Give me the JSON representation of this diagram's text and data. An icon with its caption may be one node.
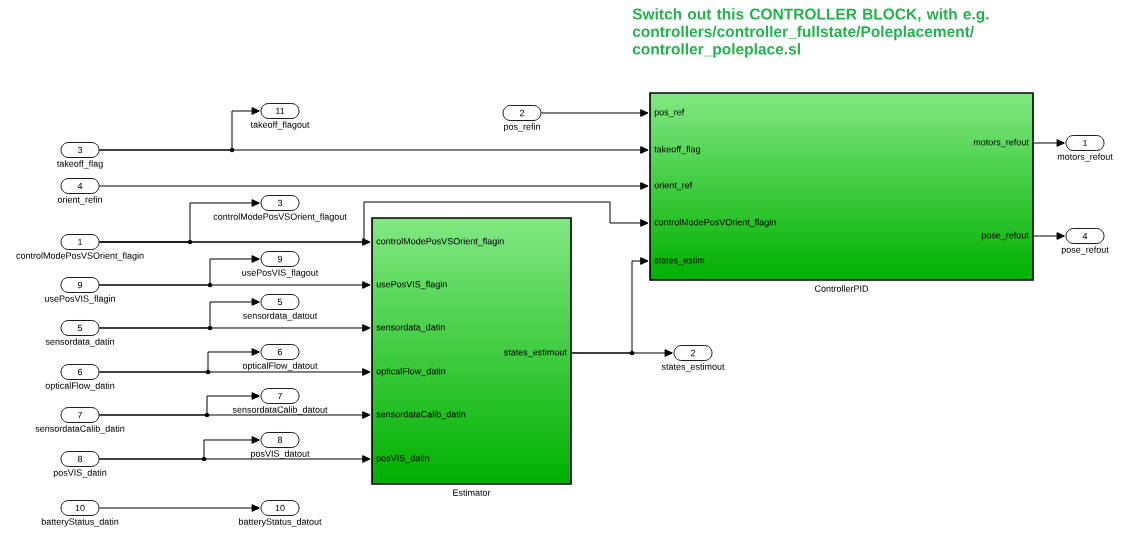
{
  "diagram": {
    "nodes": [
      {
        "text": [
          "3"
        ],
        "beside": [
          "takeoff_flag"
        ]
      },
      {
        "text": [
          "11"
        ],
        "beside": [
          "takeoff_flagout"
        ]
      },
      {
        "text": [
          "2"
        ],
        "beside": [
          "pos_refin"
        ]
      },
      {
        "text": [
          "4"
        ],
        "beside": [
          "orient_refin"
        ]
      },
      {
        "text": [
          "3"
        ],
        "beside": [
          "controlModePosVSOrient_flagout"
        ]
      },
      {
        "text": [
          "1"
        ],
        "beside": [
          "controlModePosVSOrient_flagin"
        ]
      },
      {
        "text": [
          "9"
        ],
        "beside": [
          "usePosVIS_flagout"
        ]
      },
      {
        "text": [
          "9"
        ],
        "beside": [
          "usePosVIS_flagin"
        ]
      },
      {
        "text": [
          "5"
        ],
        "beside": [
          "sensordata_datout"
        ]
      },
      {
        "text": [
          "5"
        ],
        "beside": [
          "sensordata_datin"
        ]
      },
      {
        "text": [
          "6"
        ],
        "beside": [
          "opticalFlow_datout"
        ]
      },
      {
        "text": [
          "6"
        ],
        "beside": [
          "opticalFlow_datin"
        ]
      },
      {
        "text": [
          "7"
        ],
        "beside": [
          "sensordataCalib_datout"
        ]
      },
      {
        "text": [
          "7"
        ],
        "beside": [
          "sensordataCalib_datin"
        ]
      },
      {
        "text": [
          "8"
        ],
        "beside": [
          "posVIS_datout"
        ]
      },
      {
        "text": [
          "8"
        ],
        "beside": [
          "posVIS_datin"
        ]
      },
      {
        "text": [
          "10"
        ],
        "beside": [
          "batteryStatus_datin"
        ]
      },
      {
        "text": [
          "10"
        ],
        "beside": [
          "batteryStatus_datout"
        ]
      },
      {
        "text": [
          "pos_ref",
          "takeoff_flag",
          "orient_ref",
          "controlModePosVOrient_flagin",
          "states_estim",
          "motors_refout",
          "pose_refout",
          "ControllerPID"
        ]
      },
      {
        "text": [
          "controlModePosVSOrient_flagin",
          "usePosVIS_flagin",
          "sensordata_datin",
          "opticalFlow_datin",
          "sensordataCalib_datin",
          "posVIS_datin",
          "states_estimout",
          "Estimator"
        ]
      },
      {
        "text": [
          "1"
        ],
        "beside": [
          "motors_refout"
        ]
      },
      {
        "text": [
          "4"
        ],
        "beside": [
          "pose_refout"
        ]
      },
      {
        "text": [
          "2"
        ],
        "beside": [
          "states_estimout"
        ]
      }
    ],
    "edges": [
      {
        "from": 0,
        "to": 1,
        "arrow": "to"
      },
      {
        "from": 0,
        "to": 18,
        "arrow": "to"
      },
      {
        "from": 2,
        "to": 18,
        "arrow": "to"
      },
      {
        "from": 3,
        "to": 18,
        "arrow": "to"
      },
      {
        "from": 5,
        "to": 4,
        "arrow": "to"
      },
      {
        "from": 5,
        "to": 19,
        "arrow": "to"
      },
      {
        "from": 5,
        "to": 18,
        "arrow": "to"
      },
      {
        "from": 7,
        "to": 6,
        "arrow": "to"
      },
      {
        "from": 7,
        "to": 19,
        "arrow": "to"
      },
      {
        "from": 9,
        "to": 8,
        "arrow": "to"
      },
      {
        "from": 9,
        "to": 19,
        "arrow": "to"
      },
      {
        "from": 11,
        "to": 10,
        "arrow": "to"
      },
      {
        "from": 11,
        "to": 19,
        "arrow": "to"
      },
      {
        "from": 13,
        "to": 12,
        "arrow": "to"
      },
      {
        "from": 13,
        "to": 19,
        "arrow": "to"
      },
      {
        "from": 15,
        "to": 14,
        "arrow": "to"
      },
      {
        "from": 15,
        "to": 19,
        "arrow": "to"
      },
      {
        "from": 16,
        "to": 17,
        "arrow": "to"
      },
      {
        "from": 19,
        "to": 22,
        "arrow": "to"
      },
      {
        "from": 19,
        "to": 18,
        "arrow": "to"
      },
      {
        "from": 18,
        "to": 20,
        "arrow": "to"
      },
      {
        "from": 18,
        "to": 21,
        "arrow": "to"
      }
    ],
    "labels": [
      "Switch out this CONTROLLER BLOCK, with e.g. controllers/controller_fullstate/Poleplacement/ controller_poleplace.sl"
    ]
  }
}
